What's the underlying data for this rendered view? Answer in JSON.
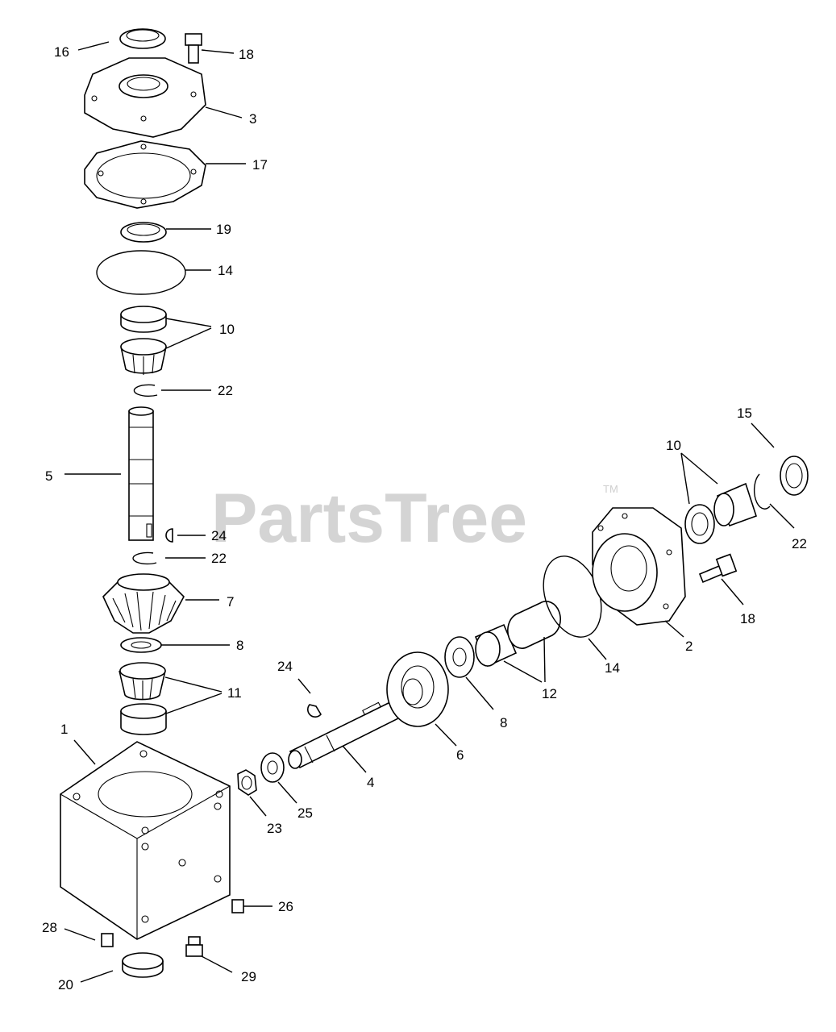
{
  "watermark": {
    "text": "PartsTree",
    "trademark": "TM"
  },
  "callouts": [
    "16",
    "18",
    "3",
    "17",
    "19",
    "14",
    "10",
    "22",
    "5",
    "24",
    "22",
    "7",
    "8",
    "11",
    "1",
    "28",
    "20",
    "29",
    "26",
    "23",
    "25",
    "4",
    "24",
    "6",
    "8",
    "12",
    "14",
    "2",
    "18",
    "10",
    "15",
    "22"
  ]
}
